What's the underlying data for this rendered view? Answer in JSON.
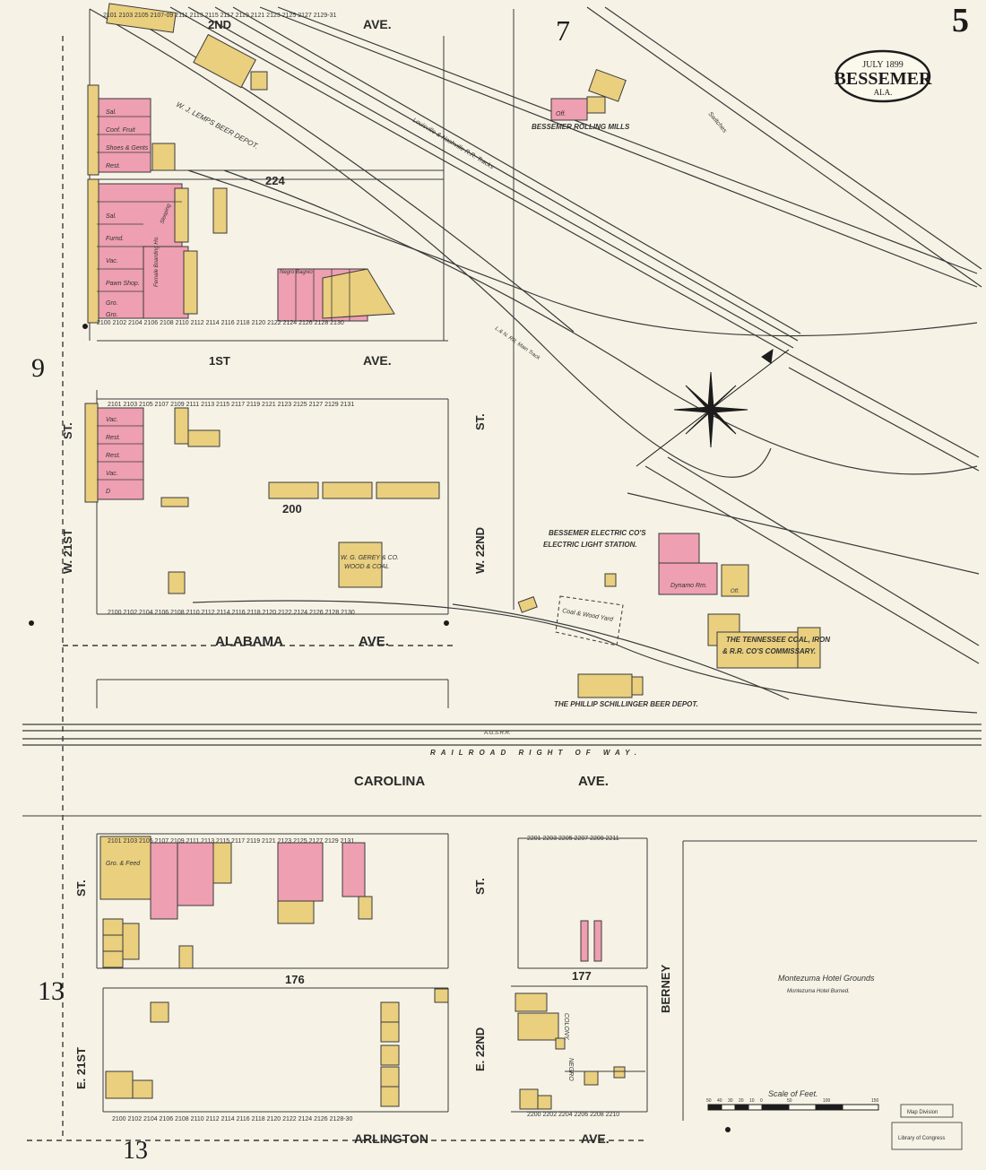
{
  "colors": {
    "paper": "#f6f3e6",
    "brick": "#ee9fb1",
    "frame": "#e9cf7e",
    "line": "#3a3a3a",
    "stamp": "#1c1c1c"
  },
  "sheet": {
    "number": "5",
    "title_date": "JULY 1899",
    "title_city": "BESSEMER",
    "title_state": "ALA."
  },
  "streets": {
    "second_ave": "2ND",
    "second_ave_suffix": "AVE.",
    "first_ave": "1ST",
    "first_ave_suffix": "AVE.",
    "w21st": "W. 21ST",
    "st_top": "ST.",
    "w22nd": "W. 22ND",
    "st_mid": "ST.",
    "alabama": "ALABAMA",
    "alabama_ave": "AVE.",
    "carolina": "CAROLINA",
    "carolina_ave": "AVE.",
    "st_lower_left": "ST.",
    "e21st": "E. 21ST",
    "st_lower_mid": "ST.",
    "e22nd": "E. 22ND",
    "berney": "BERNEY",
    "arlington": "ARLINGTON",
    "arlington_ave": "AVE."
  },
  "block_numbers": [
    "224",
    "200",
    "176",
    "177"
  ],
  "adjoining_sheets": [
    "7",
    "9",
    "13",
    "13"
  ],
  "labels": {
    "lemps": "W. J. LEMPS BEER DEPOT.",
    "rolling_mills": "BESSEMER ROLLING MILLS",
    "ln_tracks": "Louisville & Nashville R.R. Tracks",
    "lenw_track": "L.& N. RR. Main Track",
    "switches": "Switches",
    "electric_co": "BESSEMER ELECTRIC CO'S",
    "electric_station": "ELECTRIC LIGHT STATION.",
    "gerey": "W. G. GEREY & CO.",
    "wood_coal": "WOOD & COAL",
    "coal_yard": "Coal & Wood Yard",
    "dynamo": "Dynamo Rm.",
    "tcc_1": "THE TENNESSEE COAL, IRON",
    "tcc_2": "& R.R. CO'S COMMISSARY.",
    "schillinger": "THE PHILLIP SCHILLINGER BEER DEPOT.",
    "agsrr": "A.G.S.R.R.",
    "row": "RAILROAD RIGHT OF WAY.",
    "negro_bagnio": "Negro Bagnio",
    "female_boarding": "Female Boarding Ho.",
    "pawn": "Pawn Shop.",
    "sleeping": "Sleeping",
    "gro_feed": "Gro. & Feed",
    "montezuma": "Montezuma Hotel Grounds",
    "montezuma_burned": "Montezuma Hotel Burned.",
    "negro_colony": "NEGRO",
    "colony": "COLONY.",
    "scale": "Scale of Feet.",
    "map_division": "Map Division",
    "loc": "Library of Congress",
    "off": "Off."
  },
  "shop_labels": [
    "Sal.",
    "Conf. Fruit",
    "Shoes & Gents",
    "Rest.",
    "Sal.",
    "Furnd.",
    "Vac.",
    "Pawn Shop.",
    "Gro.",
    "Gro.",
    "Vac.",
    "Rest.",
    "Rest.",
    "Vac.",
    "D"
  ],
  "address_rows": {
    "second_ave": "2101  2103  2105  2107-09  2111  2113  2115  2117  2119  2121  2123  2125  2127  2129-31",
    "first_ave_north": "2100  2102  2104  2106  2108  2110  2112  2114  2116  2118  2120  2122  2124  2126  2128  2130",
    "first_ave_south": "2101  2103  2105  2107  2109  2111  2113  2115  2117  2119  2121  2123  2125  2127  2129  2131",
    "alabama_north": "2100  2102  2104  2106  2108  2110  2112  2114  2116  2118  2120  2122  2124  2126  2128  2130",
    "carolina_south": "2101  2103  2105  2107  2109  2111  2113  2115  2117  2119  2121  2123  2125  2127  2129  2131",
    "arlington_north": "2100  2102  2104  2106  2108  2110  2112  2114  2116  2118  2120  2122  2124  2126  2128-30",
    "e22_block": "2201  2203  2205  2207  2209  2211",
    "e22_arlington": "2200  2202  2204  2206  2208  2210"
  },
  "scale_ticks": [
    "50",
    "40",
    "30",
    "20",
    "10",
    "0",
    "50",
    "100",
    "150"
  ]
}
